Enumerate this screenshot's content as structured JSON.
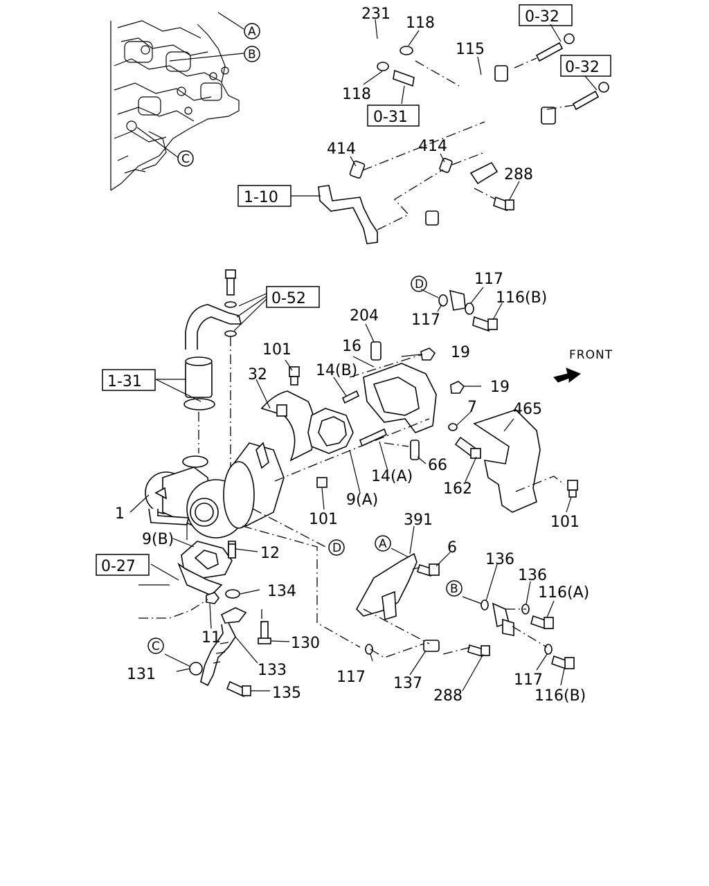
{
  "labels": {
    "p231": "231",
    "p118a": "118",
    "p118b": "118",
    "p115": "115",
    "p414a": "414",
    "p414b": "414",
    "p288a": "288",
    "p117a": "117",
    "p117b": "117",
    "p116b_top": "116(B)",
    "p204": "204",
    "p16": "16",
    "p19a": "19",
    "p19b": "19",
    "p101a": "101",
    "p14b": "14(B)",
    "p32": "32",
    "p7": "7",
    "p465": "465",
    "p66": "66",
    "p14a": "14(A)",
    "p162": "162",
    "p1": "1",
    "p101b": "101",
    "p9a": "9(A)",
    "p101c": "101",
    "p9b": "9(B)",
    "p12": "12",
    "p391": "391",
    "p6": "6",
    "p136a": "136",
    "p136b": "136",
    "p116a": "116(A)",
    "p134": "134",
    "p11": "11",
    "p130": "130",
    "p131": "131",
    "p133": "133",
    "p117c": "117",
    "p137": "137",
    "p117d": "117",
    "p288b": "288",
    "p116b_bot": "116(B)",
    "p135": "135"
  },
  "references": {
    "r032a": "0-32",
    "r032b": "0-32",
    "r031": "0-31",
    "r110": "1-10",
    "r052": "0-52",
    "r131": "1-31",
    "r027": "0-27"
  },
  "circle_markers": {
    "a_top": "A",
    "b_top": "B",
    "c_top": "C",
    "d_mid": "D",
    "d_right": "D",
    "a_low": "A",
    "b_low": "B",
    "c_low": "C"
  },
  "front_label": "FRONT"
}
